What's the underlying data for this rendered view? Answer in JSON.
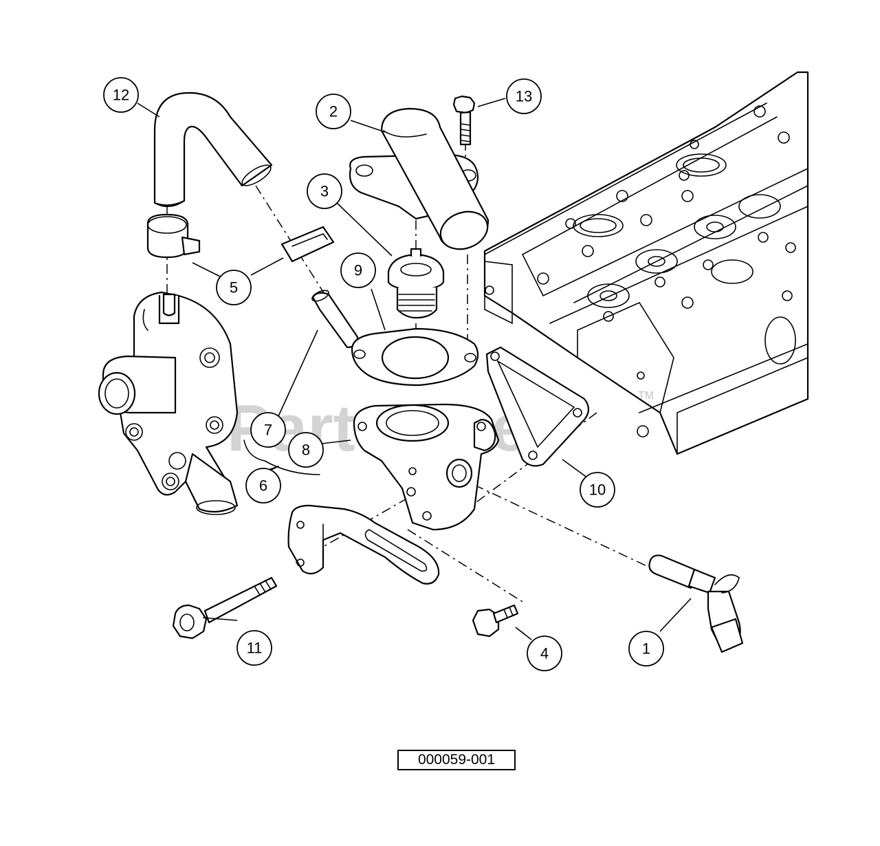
{
  "watermark": {
    "text": "PartsTree",
    "tm": "TM"
  },
  "reference_number": "000059-001",
  "callouts": [
    {
      "label": "1"
    },
    {
      "label": "2"
    },
    {
      "label": "3"
    },
    {
      "label": "4"
    },
    {
      "label": "5"
    },
    {
      "label": "6"
    },
    {
      "label": "7"
    },
    {
      "label": "8"
    },
    {
      "label": "9"
    },
    {
      "label": "10"
    },
    {
      "label": "11"
    },
    {
      "label": "12"
    },
    {
      "label": "13"
    }
  ]
}
